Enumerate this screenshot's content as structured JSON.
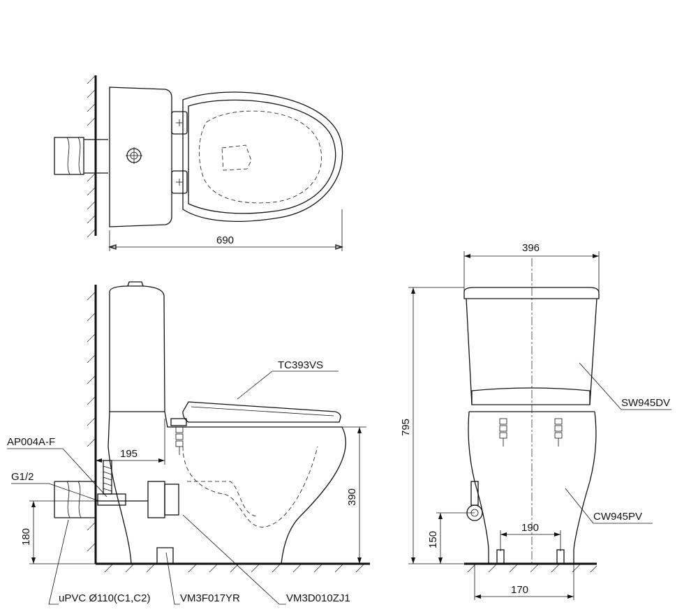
{
  "dimensions": {
    "top_length": "690",
    "front_width": "396",
    "front_height": "795",
    "side_height": "390",
    "wall_offset": "195",
    "inlet_height": "180",
    "valve_height": "150",
    "front_bolt_spacing": "190",
    "front_base_width": "170"
  },
  "parts": {
    "seat": "TC393VS",
    "tank": "SW945DV",
    "bowl": "CW945PV",
    "angle_valve": "AP004A-F",
    "thread": "G1/2",
    "pipe": "uPVC Ø110(C1,C2)",
    "floor_fitting": "VM3F017YR",
    "flange": "VM3D010ZJ1"
  }
}
